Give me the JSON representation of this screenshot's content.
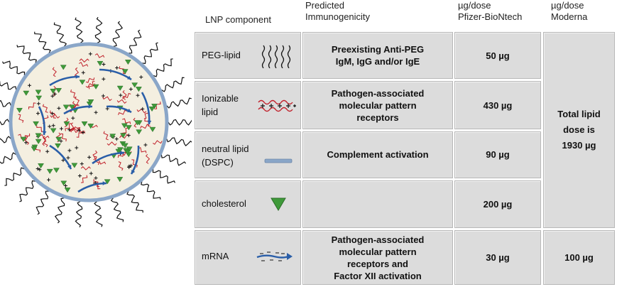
{
  "headers": {
    "component": "LNP component",
    "immunogenicity_1": "Predicted",
    "immunogenicity_2": "Immunogenicity",
    "pfizer_1": "µg/dose",
    "pfizer_2": "Pfizer-BioNtech",
    "moderna_1": "µg/dose",
    "moderna_2": "Moderna"
  },
  "rows": [
    {
      "component": "PEG-lipid",
      "icon": "peg-lipid-icon",
      "immunogenicity": [
        "Preexisting Anti-PEG",
        "IgM, IgG and/or IgE"
      ],
      "pfizer": "50 µg"
    },
    {
      "component_1": "Ionizable",
      "component_2": "lipid",
      "icon": "ionizable-lipid-icon",
      "immunogenicity": [
        "Pathogen-associated",
        "molecular pattern",
        "receptors"
      ],
      "pfizer": "430 µg"
    },
    {
      "component_1": "neutral lipid",
      "component_2": "(DSPC)",
      "icon": "neutral-lipid-bar-icon",
      "immunogenicity": [
        "Complement activation"
      ],
      "pfizer": "90 µg"
    },
    {
      "component": "cholesterol",
      "icon": "cholesterol-triangle-icon",
      "immunogenicity": [],
      "pfizer": "200 µg"
    },
    {
      "component": "mRNA",
      "icon": "mrna-arrow-icon",
      "immunogenicity": [
        "Pathogen-associated",
        "molecular pattern",
        "receptors and",
        "Factor XII activation"
      ],
      "pfizer": "30 µg"
    }
  ],
  "moderna_total": [
    "Total lipid",
    "dose is",
    "1930 µg"
  ],
  "moderna_mrna": "100 µg",
  "colors": {
    "cell_bg": "#dcdcdc",
    "particle_fill": "#f4efe0",
    "particle_ring": "#8aa6c8",
    "lipid_tail_red": "#c0202a",
    "cholesterol_green": "#3f9a3a",
    "mrna_arrow": "#2a5ea8",
    "dspc_bar": "#8aa6c8"
  }
}
